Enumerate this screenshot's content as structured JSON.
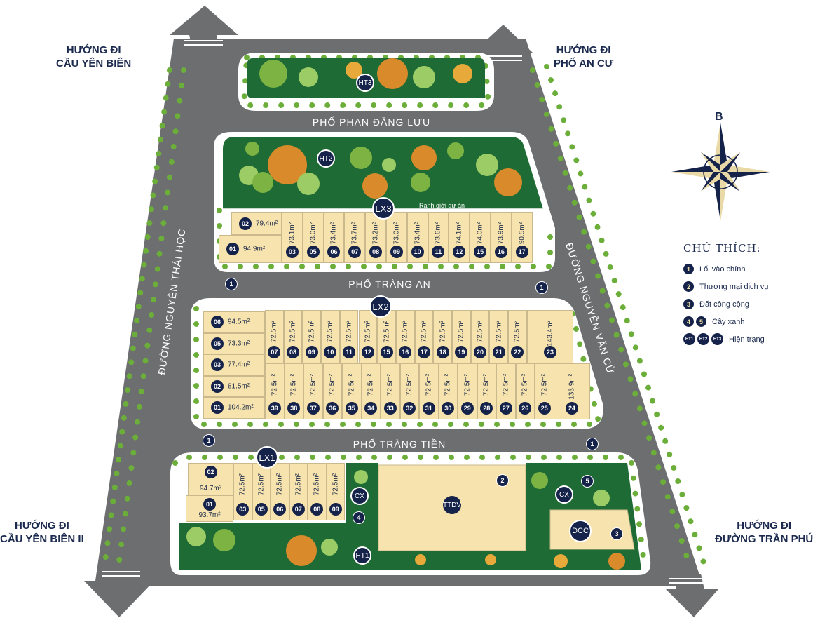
{
  "directions": {
    "top_left": [
      "HƯỚNG ĐI",
      "CẦU YÊN BIÊN"
    ],
    "top_right": [
      "HƯỚNG ĐI",
      "PHỐ AN CƯ"
    ],
    "bottom_left": [
      "HƯỚNG ĐI",
      "CẦU YÊN BIÊN II"
    ],
    "bottom_right": [
      "HƯỚNG ĐI",
      "ĐƯỜNG TRẦN PHÚ"
    ]
  },
  "streets": {
    "phan_dang_luu": "PHỐ PHAN ĐĂNG LƯU",
    "trang_an": "PHỐ TRÀNG AN",
    "trang_tien": "PHỐ TRÀNG TIỀN",
    "nguyen_thai_hoc": "ĐƯỜNG NGUYỄN THÁI HỌC",
    "nguyen_van_cu": "ĐƯỜNG NGUYỄN VĂN CỪ"
  },
  "compass": {
    "north_label": "B"
  },
  "project_boundary_label": "Ranh giới dự án",
  "entrance_marker": "1",
  "zones": {
    "ht1": "HT1",
    "ht2": "HT2",
    "ht3": "HT3",
    "lx1": "LX1",
    "lx2": "LX2",
    "lx3": "LX3",
    "cx": "CX",
    "ttdv": "TTDV",
    "dcc": "DCC",
    "m2": "2",
    "m3": "3",
    "m4": "4",
    "m5": "5"
  },
  "lots": {
    "lx3_left": [
      {
        "id": "02",
        "area": "79.4m²"
      },
      {
        "id": "01",
        "area": "94.9m²"
      }
    ],
    "lx3_row": [
      {
        "id": "03",
        "area": "73.1m²"
      },
      {
        "id": "05",
        "area": "73.0m²"
      },
      {
        "id": "06",
        "area": "73.4m²"
      },
      {
        "id": "07",
        "area": "73.7m²"
      },
      {
        "id": "08",
        "area": "73.2m²"
      },
      {
        "id": "09",
        "area": "73.0m²"
      },
      {
        "id": "10",
        "area": "73.4m²"
      },
      {
        "id": "11",
        "area": "73.6m²"
      },
      {
        "id": "12",
        "area": "74.1m²"
      },
      {
        "id": "15",
        "area": "74.0m²"
      },
      {
        "id": "16",
        "area": "73.9m²"
      },
      {
        "id": "17",
        "area": "90.5m²"
      }
    ],
    "lx2_left": [
      {
        "id": "06",
        "area": "94.5m²"
      },
      {
        "id": "05",
        "area": "73.3m²"
      },
      {
        "id": "03",
        "area": "77.4m²"
      },
      {
        "id": "02",
        "area": "81.5m²"
      },
      {
        "id": "01",
        "area": "104.2m²"
      }
    ],
    "lx2_top": [
      {
        "id": "07",
        "area": "72.5m²"
      },
      {
        "id": "08",
        "area": "72.5m²"
      },
      {
        "id": "09",
        "area": "72.5m²"
      },
      {
        "id": "10",
        "area": "72.5m²"
      },
      {
        "id": "11",
        "area": "72.5m²"
      },
      {
        "id": "12",
        "area": "72.5m²"
      },
      {
        "id": "15",
        "area": "72.5m²"
      },
      {
        "id": "16",
        "area": "72.5m²"
      },
      {
        "id": "17",
        "area": "72.5m²"
      },
      {
        "id": "18",
        "area": "72.5m²"
      },
      {
        "id": "19",
        "area": "72.5m²"
      },
      {
        "id": "20",
        "area": "72.5m²"
      },
      {
        "id": "21",
        "area": "72.5m²"
      },
      {
        "id": "22",
        "area": "72.5m²"
      },
      {
        "id": "23",
        "area": "143.4m²"
      }
    ],
    "lx2_bottom": [
      {
        "id": "39",
        "area": "72.5m²"
      },
      {
        "id": "38",
        "area": "72.5m²"
      },
      {
        "id": "37",
        "area": "72.5m²"
      },
      {
        "id": "36",
        "area": "72.5m²"
      },
      {
        "id": "35",
        "area": "72.5m²"
      },
      {
        "id": "34",
        "area": "72.5m²"
      },
      {
        "id": "33",
        "area": "72.5m²"
      },
      {
        "id": "32",
        "area": "72.5m²"
      },
      {
        "id": "31",
        "area": "72.5m²"
      },
      {
        "id": "30",
        "area": "72.5m²"
      },
      {
        "id": "29",
        "area": "72.5m²"
      },
      {
        "id": "28",
        "area": "72.5m²"
      },
      {
        "id": "27",
        "area": "72.5m²"
      },
      {
        "id": "26",
        "area": "72.5m²"
      },
      {
        "id": "25",
        "area": "72.5m²"
      },
      {
        "id": "24",
        "area": "133.9m²"
      }
    ],
    "lx1_left": [
      {
        "id": "02",
        "area": "94.7m²"
      },
      {
        "id": "01",
        "area": "93.7m²"
      }
    ],
    "lx1_row": [
      {
        "id": "03",
        "area": "72.5m²"
      },
      {
        "id": "05",
        "area": "72.5m²"
      },
      {
        "id": "06",
        "area": "72.5m²"
      },
      {
        "id": "07",
        "area": "72.5m²"
      },
      {
        "id": "08",
        "area": "72.5m²"
      },
      {
        "id": "09",
        "area": "72.5m²"
      }
    ]
  },
  "legend": {
    "title": "CHÚ THÍCH:",
    "items": [
      {
        "badges": [
          "1"
        ],
        "label": "Lối vào chính"
      },
      {
        "badges": [
          "2"
        ],
        "label": "Thương mại dịch vụ"
      },
      {
        "badges": [
          "3"
        ],
        "label": "Đất công cộng"
      },
      {
        "badges": [
          "4",
          "5"
        ],
        "label": "Cây xanh"
      },
      {
        "badges": [
          "HT1",
          "HT2",
          "HT3"
        ],
        "label": "Hiện trạng"
      }
    ]
  },
  "colors": {
    "road": "#6d6e70",
    "park": "#1f6b35",
    "lot": "#f7e3ad",
    "navy": "#15224a",
    "tree_dot": "#6cae3a"
  }
}
